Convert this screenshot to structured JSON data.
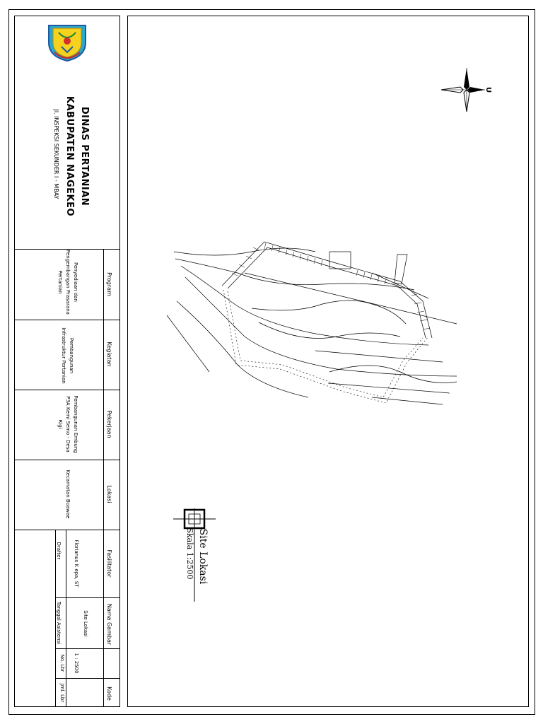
{
  "header": {
    "org_name": "DINAS PERTANIAN",
    "org_region": "KABUPATEN NAGEKEO",
    "org_address": "Jl. INSPEKSI SEKUNDER I - MBAY"
  },
  "fields": {
    "program_label": "Program",
    "program_value_1": "Penyediaan dan",
    "program_value_2": "Pengembangan Prasarana",
    "program_value_3": "Pertanian",
    "kegiatan_label": "Kegiatan",
    "kegiatan_value_1": "Pembangunan",
    "kegiatan_value_2": "Infrastruktur Pertanian",
    "pekerjaan_label": "Pekerjaan",
    "pekerjaan_value_1": "Pembangunan Embung",
    "pekerjaan_value_2": "P3A Kemi Semo - Desa",
    "pekerjaan_value_3": "Rigi",
    "lokasi_label": "Lokasi",
    "lokasi_value": "Kecamatan Boawae",
    "fasilitator_label": "Fasilitator",
    "fasilitator_value": "Florianus K epa, ST",
    "drafter_label": "Drafter",
    "nama_gambar_label": "Nama Gambar",
    "nama_gambar_value": "Site Lokasi",
    "tanggal_label": "Tanggal Asistensi",
    "scale_value": "1 : 2500",
    "no_lbr_label": "No. Lbr",
    "kode_label": "Kode",
    "jml_lbr_label": "Jml. Lbr"
  },
  "drawing": {
    "title": "Site Lokasi",
    "scale": "Skala 1:2500",
    "north_label": "U"
  }
}
